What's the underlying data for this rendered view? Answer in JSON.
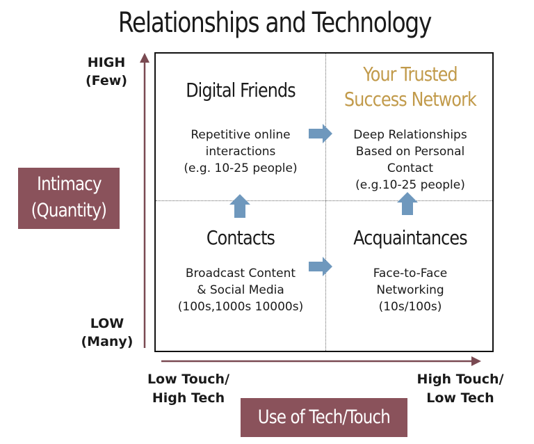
{
  "title": "Relationships and Technology",
  "y_axis": {
    "high": [
      "HIGH",
      "(Few)"
    ],
    "low": [
      "LOW",
      "(Many)"
    ],
    "label": [
      "Intimacy",
      "(Quantity)"
    ]
  },
  "x_axis": {
    "left": [
      "Low Touch/",
      "High Tech"
    ],
    "right": [
      "High Touch/",
      "Low Tech"
    ],
    "label": "Use of Tech/Touch"
  },
  "quadrants": {
    "top_left": {
      "title": "Digital Friends",
      "body": [
        "Repetitive online",
        "interactions",
        "(e.g. 10-25 people)"
      ]
    },
    "top_right": {
      "title": [
        "Your Trusted",
        "Success Network"
      ],
      "body": [
        "Deep Relationships",
        "Based on Personal",
        "Contact",
        "(e.g.10-25 people)"
      ]
    },
    "bottom_left": {
      "title": "Contacts",
      "body": [
        "Broadcast Content",
        "& Social Media",
        "(100s,1000s 10000s)"
      ]
    },
    "bottom_right": {
      "title": "Acquaintances",
      "body": [
        "Face-to-Face",
        "Networking",
        "(10s/100s)"
      ]
    }
  },
  "colors": {
    "axis_label_bg": "#8a525b",
    "axis_arrow": "#7a4a52",
    "gold_title": "#c19a4a",
    "block_arrow": "#6f98bd"
  }
}
